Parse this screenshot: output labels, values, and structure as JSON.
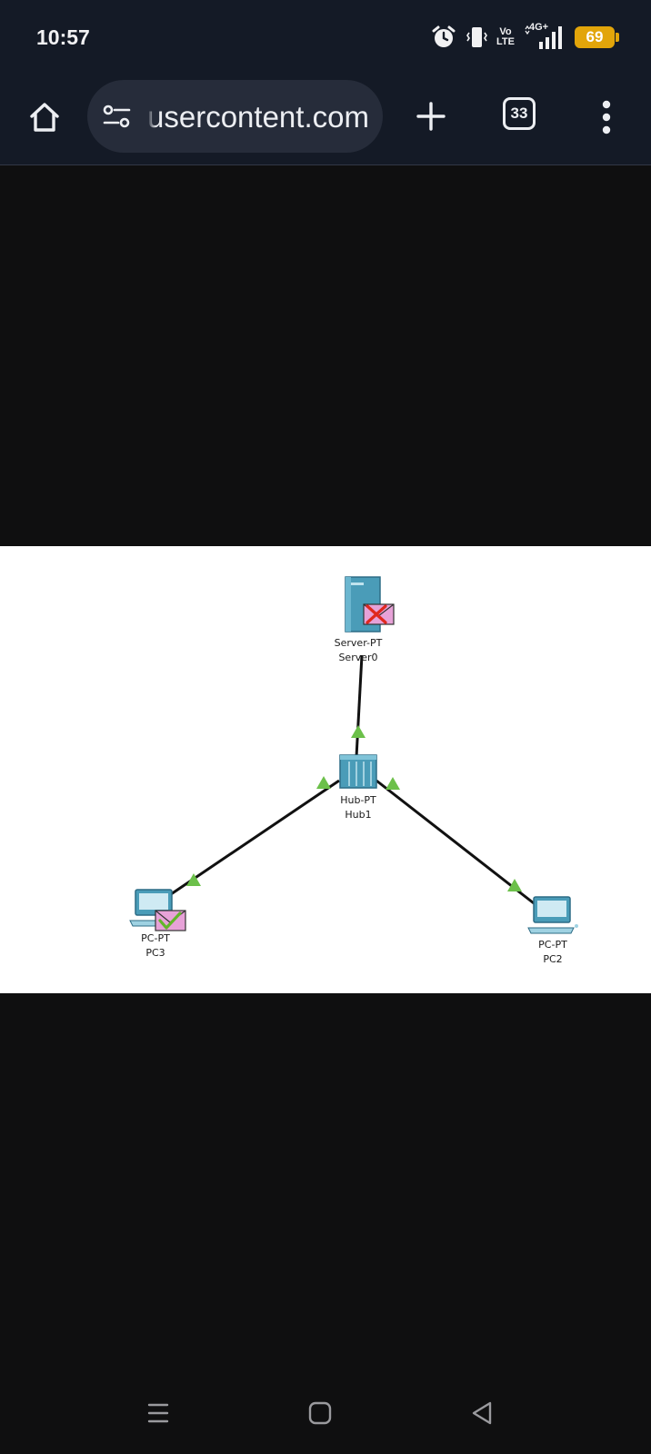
{
  "status_bar": {
    "time": "10:57",
    "volte_top": "Vo",
    "volte_bottom": "LTE",
    "network": "4G+",
    "battery": "69",
    "icons": [
      "alarm-icon",
      "vibrate-icon",
      "volte-icon",
      "signal-icon",
      "battery-icon"
    ]
  },
  "browser": {
    "url": "usercontent.com",
    "tab_count": "33",
    "icons": [
      "home-icon",
      "site-settings-icon",
      "plus-icon",
      "more-vert-icon"
    ]
  },
  "diagram": {
    "nodes": [
      {
        "type": "Server-PT",
        "name": "Server0",
        "status": "failed-envelope"
      },
      {
        "type": "Hub-PT",
        "name": "Hub1"
      },
      {
        "type": "PC-PT",
        "name": "PC3",
        "status": "success-envelope"
      },
      {
        "type": "PC-PT",
        "name": "PC2"
      }
    ],
    "links": [
      [
        "Server0",
        "Hub1"
      ],
      [
        "Hub1",
        "PC3"
      ],
      [
        "Hub1",
        "PC2"
      ]
    ],
    "link_color": "#111111",
    "link_indicator_color": "#6cc04a"
  },
  "nav_bar": {
    "icons": [
      "recent-apps-icon",
      "home-nav-icon",
      "back-icon"
    ]
  }
}
